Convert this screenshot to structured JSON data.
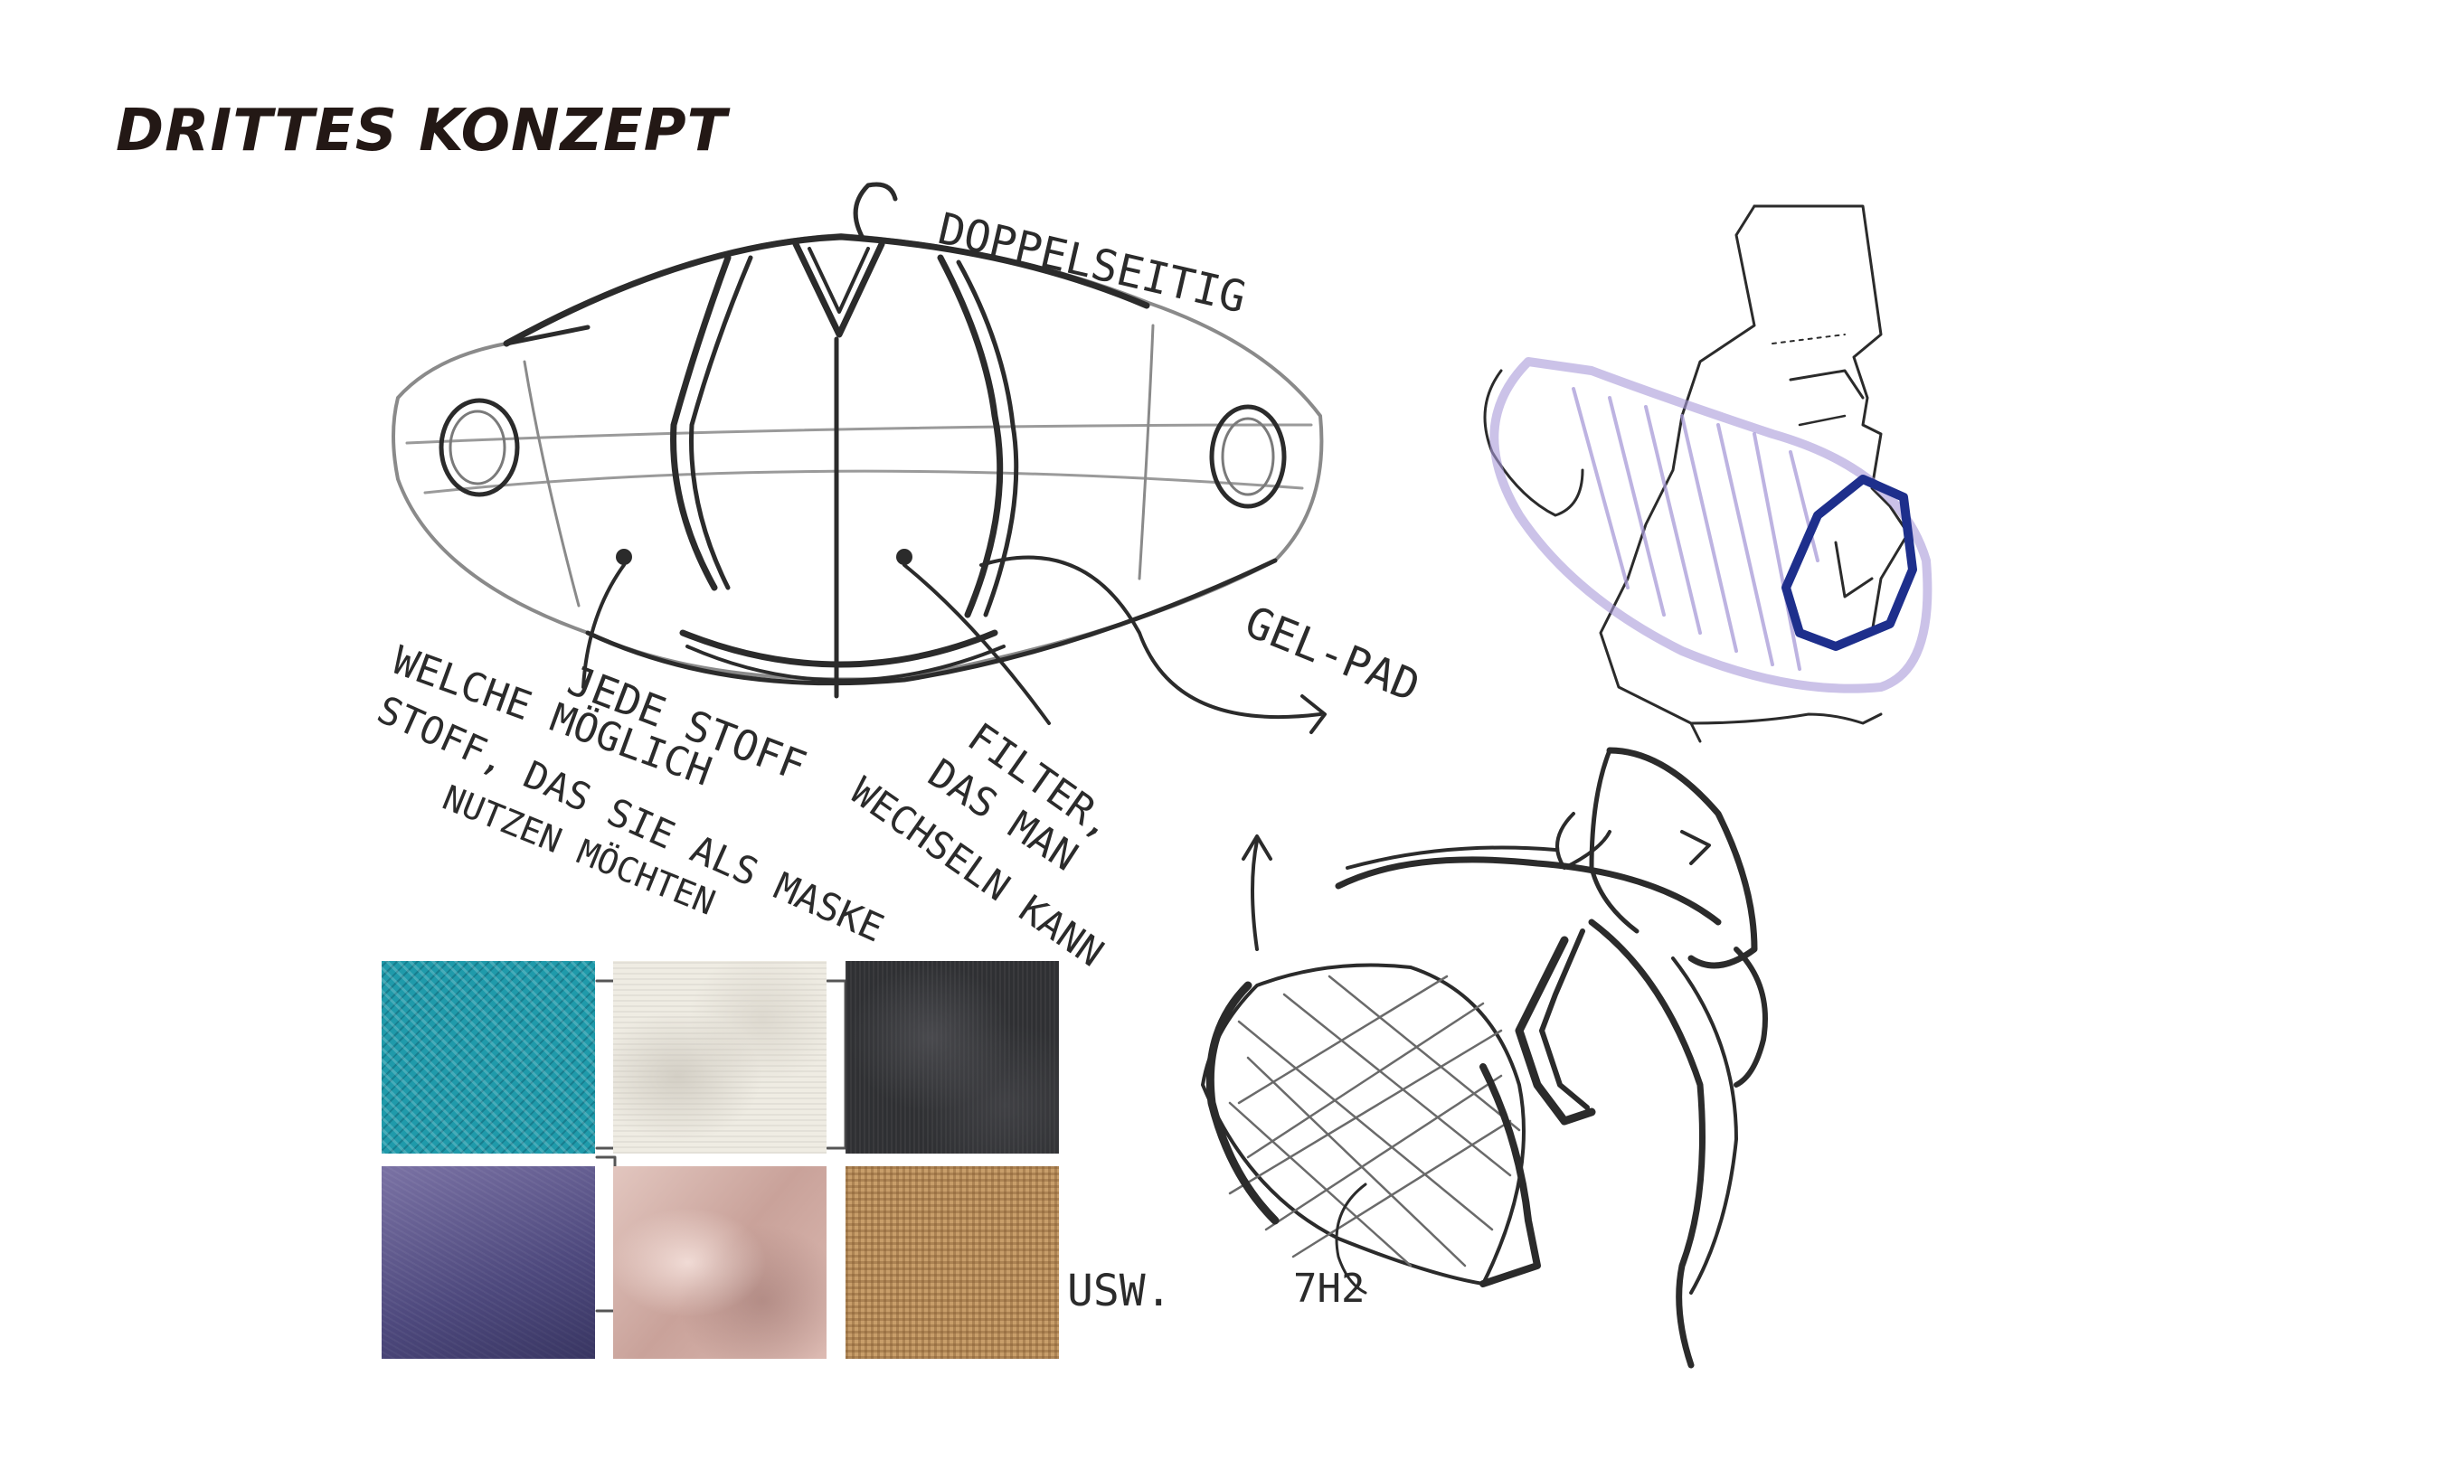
{
  "page": {
    "title": "DRITTES KONZEPT"
  },
  "annotations": {
    "doppelseitig": "DOPPELSEITIG",
    "gel_pad": "GEL-PAD",
    "jede_stoff": "JEDE STOFF",
    "welche_line1": "WELCHE MÖGLICH",
    "welche_line2": "STOFF, DAS SIE ALS MASKE",
    "welche_line3": "NUTZEN MÖCHTEN",
    "filter_line1": "FILTER,",
    "filter_line2": "DAS MAN",
    "filter_line3": "WECHSELN KANN",
    "usw": "USW.",
    "sketch_tag": "7H2"
  },
  "fabric_swatches": [
    {
      "name": "teal-denim-swatch",
      "color": "#1f9aaa"
    },
    {
      "name": "white-cotton-swatch",
      "color": "#efece3"
    },
    {
      "name": "black-knit-swatch",
      "color": "#2f3033"
    },
    {
      "name": "purple-twill-swatch",
      "color": "#5f5a8c"
    },
    {
      "name": "pink-satin-swatch",
      "color": "#d2b0a8"
    },
    {
      "name": "burlap-swatch",
      "color": "#c89e6a"
    }
  ],
  "colors": {
    "ink": "#2b2b2b",
    "title": "#231815",
    "lavender": "#a89ad8",
    "blue": "#1e2f8c"
  }
}
